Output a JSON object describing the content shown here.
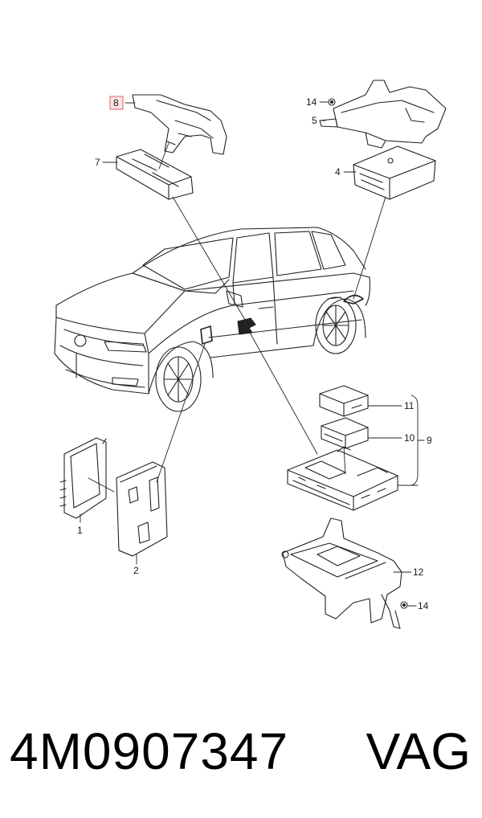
{
  "diagram": {
    "callouts": {
      "c1": "1",
      "c2": "2",
      "c4": "4",
      "c5": "5",
      "c7": "7",
      "c8": "8",
      "c9": "9",
      "c10": "10",
      "c11": "11",
      "c12": "12",
      "c14a": "14",
      "c14b": "14"
    },
    "highlight_color": "#e06060"
  },
  "footer": {
    "part_number": "4M0907347",
    "brand": "VAG"
  }
}
